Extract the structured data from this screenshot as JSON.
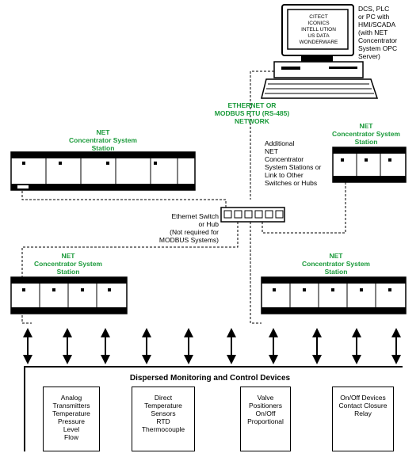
{
  "computer": {
    "screen_lines": [
      "CITECT",
      "ICONICS",
      "INTELL UTION",
      "US DATA",
      "WONDERWARE"
    ],
    "label_lines": [
      "DCS, PLC",
      "or PC with",
      "HMI/SCADA",
      "(with NET",
      "Concentrator",
      "System OPC",
      "Server)"
    ]
  },
  "network": {
    "label_lines": [
      "ETHERNET OR",
      "MODBUS RTU (RS-485)",
      "NETWORK"
    ]
  },
  "stations": {
    "top_left": [
      "NET",
      "Concentrator System",
      "Station"
    ],
    "top_right": [
      "NET",
      "Concentrator System",
      "Station"
    ],
    "bottom_left": [
      "NET",
      "Concentrator System",
      "Station"
    ],
    "bottom_right": [
      "NET",
      "Concentrator System",
      "Station"
    ]
  },
  "additional": {
    "lines": [
      "Additional",
      "NET",
      "Concentrator",
      "System Stations or",
      "Link to Other",
      "Switches or Hubs"
    ]
  },
  "switch": {
    "lines": [
      "Ethernet Switch",
      "or Hub",
      "(Not required for",
      "MODBUS Systems)"
    ]
  },
  "monitoring": {
    "title": "Dispersed Monitoring and Control Devices",
    "boxes": [
      [
        "Analog",
        "Transmitters",
        "Temperature",
        "Pressure",
        "Level",
        "Flow"
      ],
      [
        "Direct",
        "Temperature",
        "Sensors",
        "RTD",
        "Thermocouple"
      ],
      [
        "Valve",
        "Positioners",
        "On/Off",
        "Proportional"
      ],
      [
        "On/Off Devices",
        "Contact Closure",
        "Relay"
      ]
    ]
  }
}
